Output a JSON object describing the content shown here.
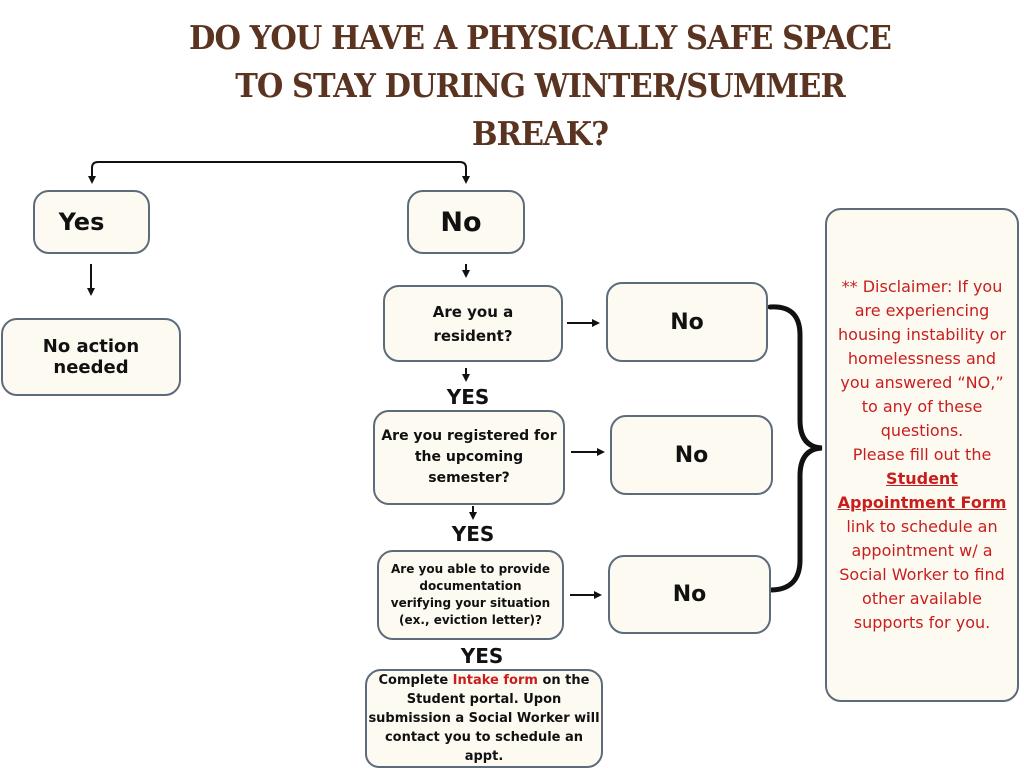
{
  "title": {
    "line1": "DO YOU HAVE A PHYSICALLY SAFE SPACE",
    "line2": "TO STAY DURING WINTER/SUMMER",
    "line3": "BREAK?"
  },
  "branches": {
    "yes": {
      "label": "Yes",
      "outcome": "No action needed"
    },
    "no": {
      "label": "No"
    }
  },
  "questions": [
    {
      "text_line1": "Are you a",
      "text_line2": "resident?",
      "no_label": "No",
      "yes_label": "YES"
    },
    {
      "text_line1": "Are you registered for",
      "text_line2": "the upcoming",
      "text_line3": "semester?",
      "no_label": "No",
      "yes_label": "YES"
    },
    {
      "text_line1": "Are you able to provide",
      "text_line2": "documentation",
      "text_line3": "verifying your situation",
      "text_line4": "(ex., eviction letter)?",
      "no_label": "No",
      "yes_label": "YES"
    }
  ],
  "final_step": {
    "prefix": "Complete ",
    "link": "Intake form",
    "suffix_line1": " on the",
    "line2": "Student portal. Upon",
    "line3": "submission a Social Worker will",
    "line4": "contact you to schedule an",
    "line5": "appt."
  },
  "disclaimer": {
    "text1": "** Disclaimer: If you are experiencing housing instability or homelessness and you answered “NO,” to any of these questions.",
    "text2": "Please fill out the",
    "link_line1": "Student",
    "link_line2": "Appointment Form",
    "text3": "link to schedule an appointment w/ a Social Worker  to find other available supports for you."
  },
  "colors": {
    "title": "#5a3420",
    "box_bg": "#fdfaf2",
    "box_border": "#5d6b7a",
    "accent_red": "#c81e1e",
    "text": "#111111"
  }
}
